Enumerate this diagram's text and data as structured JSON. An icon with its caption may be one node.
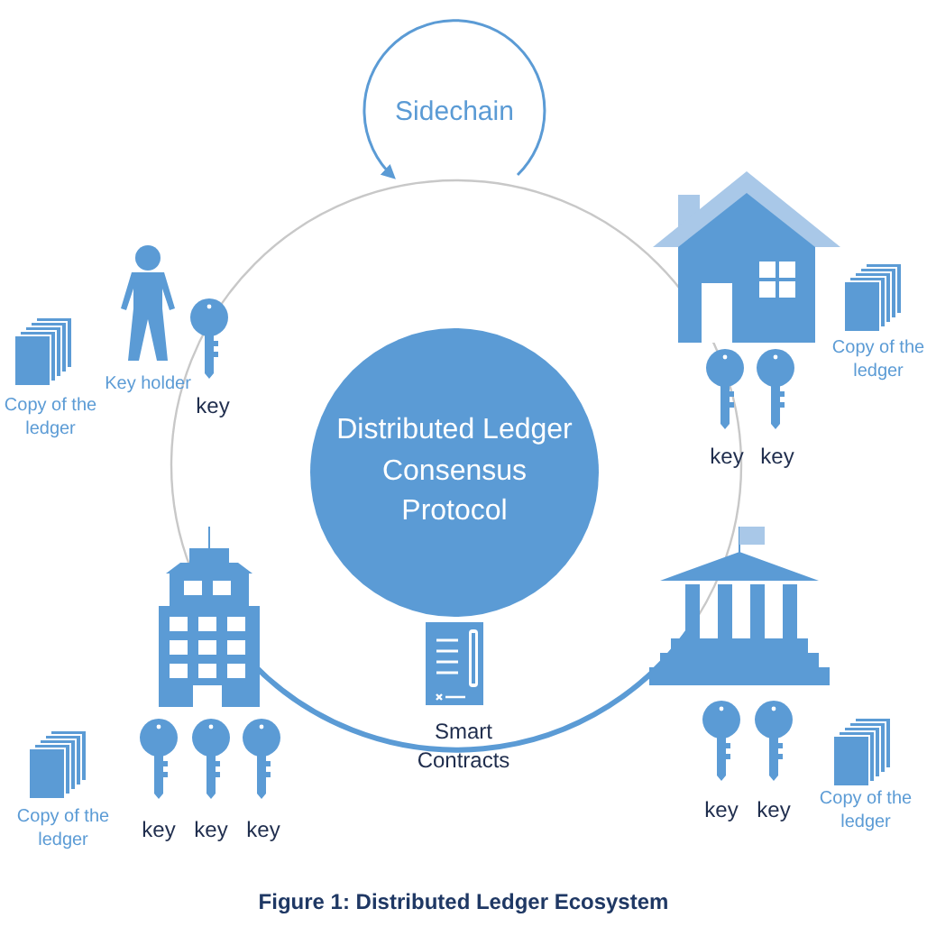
{
  "diagram": {
    "caption": "Figure 1: Distributed Ledger Ecosystem",
    "nodes": [
      {
        "text": [
          "Distributed Ledger Consensus Protocol"
        ]
      }
    ],
    "labels": [
      "Sidechain",
      "Copy of the ledger",
      "Key holder",
      "key",
      "Copy of the ledger",
      "key",
      "key",
      "Smart Contracts",
      "key",
      "key",
      "Copy of the ledger",
      "Copy of the ledger",
      "key",
      "key",
      "key"
    ]
  }
}
